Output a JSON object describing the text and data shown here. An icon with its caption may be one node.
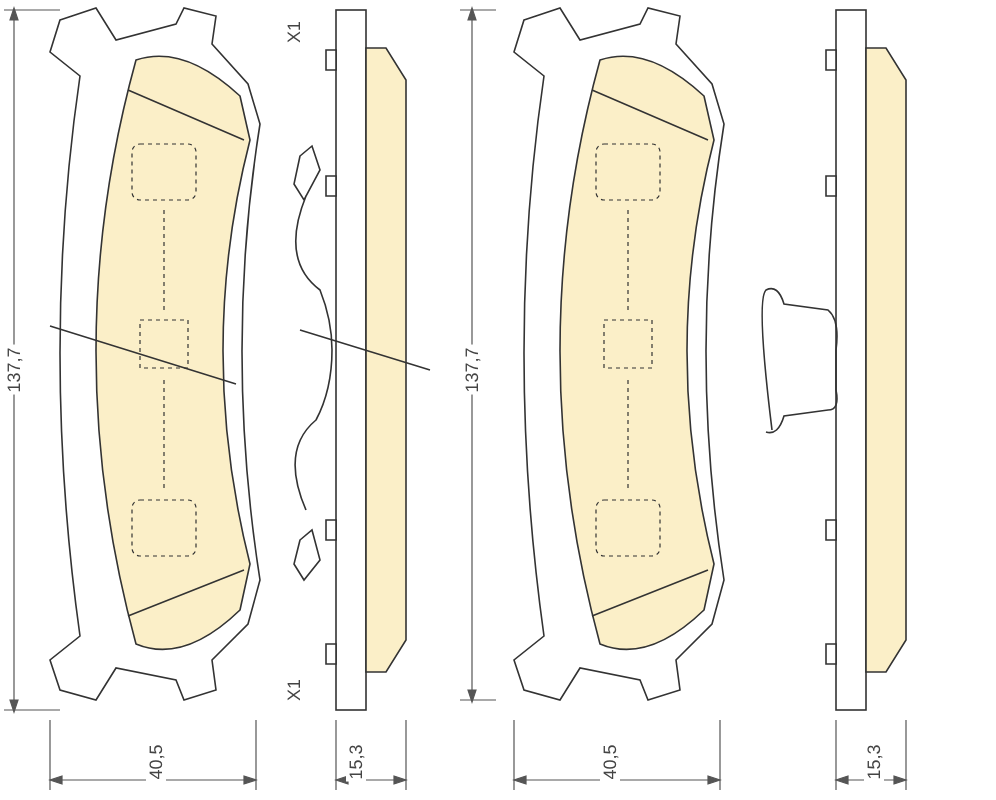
{
  "diagram": {
    "labels": [
      "X1",
      "137,7",
      "137,7",
      "X1",
      "40,5",
      "15,3",
      "40,5",
      "15,3"
    ]
  }
}
